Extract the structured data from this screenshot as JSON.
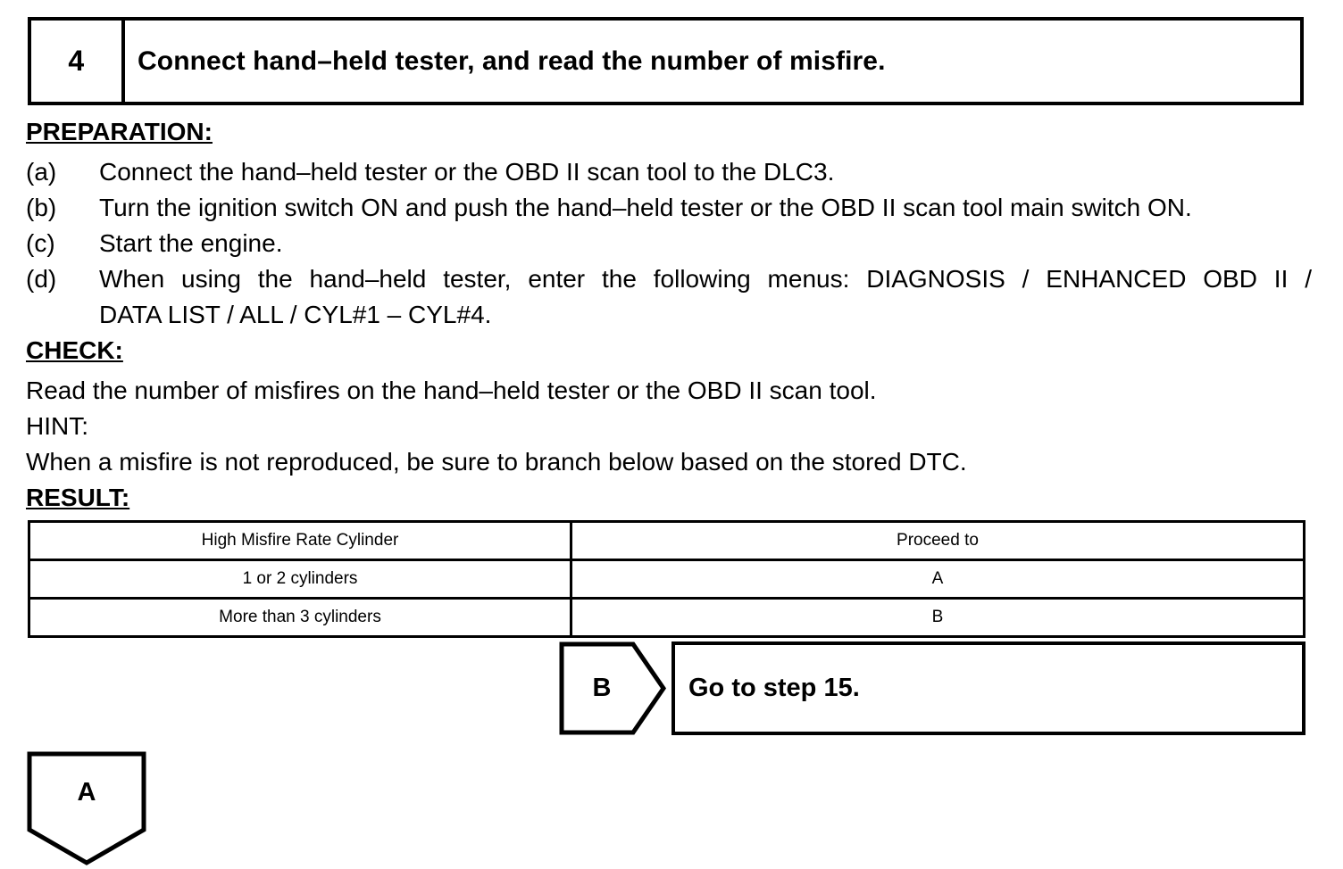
{
  "step_header": {
    "number": "4",
    "title": "Connect hand–held tester, and read the number of misfire."
  },
  "preparation": {
    "heading": "PREPARATION:",
    "items": [
      {
        "label": "(a)",
        "text": "Connect the hand–held tester or the OBD II scan tool to the DLC3."
      },
      {
        "label": "(b)",
        "text": "Turn the ignition switch ON and push the hand–held tester or the OBD II scan tool main switch ON."
      },
      {
        "label": "(c)",
        "text": "Start the engine."
      },
      {
        "label": "(d)",
        "text": "When using the hand–held tester, enter the following menus: DIAGNOSIS / ENHANCED OBD II /",
        "continuation": "DATA LIST / ALL / CYL#1 – CYL#4."
      }
    ]
  },
  "check": {
    "heading": "CHECK:",
    "text": "Read the number of misfires on the hand–held tester or the OBD II scan tool."
  },
  "hint": {
    "heading": "HINT:",
    "text": "When a misfire is not reproduced, be sure to branch below based on the stored DTC."
  },
  "result": {
    "heading": "RESULT:",
    "columns": [
      "High Misfire Rate Cylinder",
      "Proceed to"
    ],
    "rows": [
      [
        "1 or 2 cylinders",
        "A"
      ],
      [
        "More than 3 cylinders",
        "B"
      ]
    ]
  },
  "flow": {
    "branch_b": {
      "label": "B",
      "action": "Go to step 15."
    },
    "branch_a": {
      "label": "A"
    }
  },
  "colors": {
    "ink": "#000000",
    "paper": "#ffffff"
  }
}
